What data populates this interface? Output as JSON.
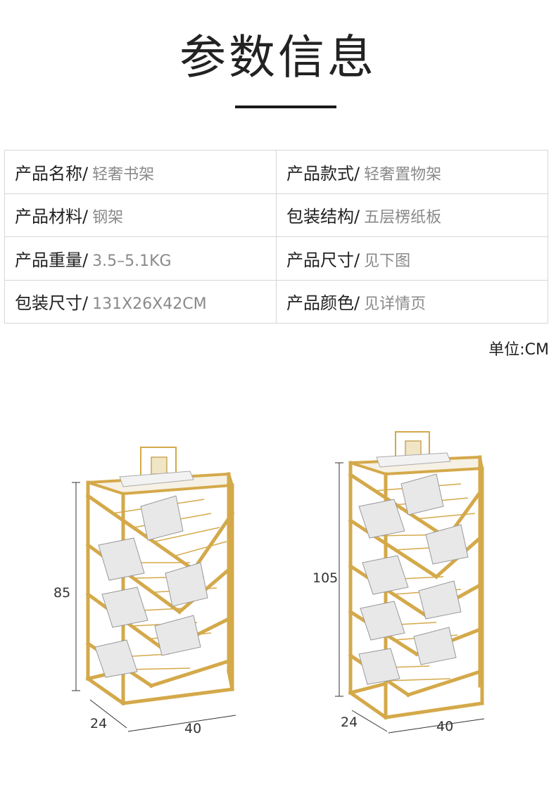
{
  "title": "参数信息",
  "specs": [
    [
      {
        "label": "产品名称/",
        "value": "轻奢书架"
      },
      {
        "label": "产品款式/",
        "value": "轻奢置物架"
      }
    ],
    [
      {
        "label": "产品材料/",
        "value": "钢架"
      },
      {
        "label": "包装结构/",
        "value": "五层楞纸板"
      }
    ],
    [
      {
        "label": "产品重量/",
        "value": "3.5–5.1KG"
      },
      {
        "label": "产品尺寸/",
        "value": "见下图"
      }
    ],
    [
      {
        "label": "包装尺寸/",
        "value": "131X26X42CM"
      },
      {
        "label": "产品颜色/",
        "value": "见详情页"
      }
    ]
  ],
  "unit": "单位:CM",
  "figures": [
    {
      "height": "85",
      "depth": "24",
      "width": "40"
    },
    {
      "height": "105",
      "depth": "24",
      "width": "40"
    }
  ],
  "colors": {
    "gold": "#d4a94a",
    "gold_dark": "#b88a2c",
    "line": "#d6d6d6"
  }
}
